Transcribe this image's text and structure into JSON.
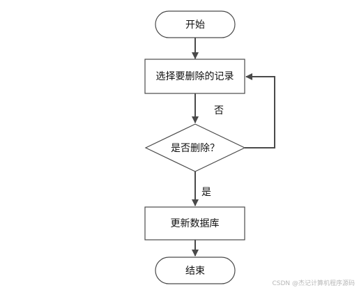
{
  "flowchart": {
    "start": "开始",
    "step_select": "选择要删除的记录",
    "decision": "是否删除？",
    "step_update": "更新数据库",
    "end": "结束",
    "edge_no": "否",
    "edge_yes": "是"
  },
  "colors": {
    "stroke": "#4a4a4a",
    "fill": "#ffffff",
    "text": "#111111"
  },
  "watermark": "CSDN @杰记计算机程序源码"
}
